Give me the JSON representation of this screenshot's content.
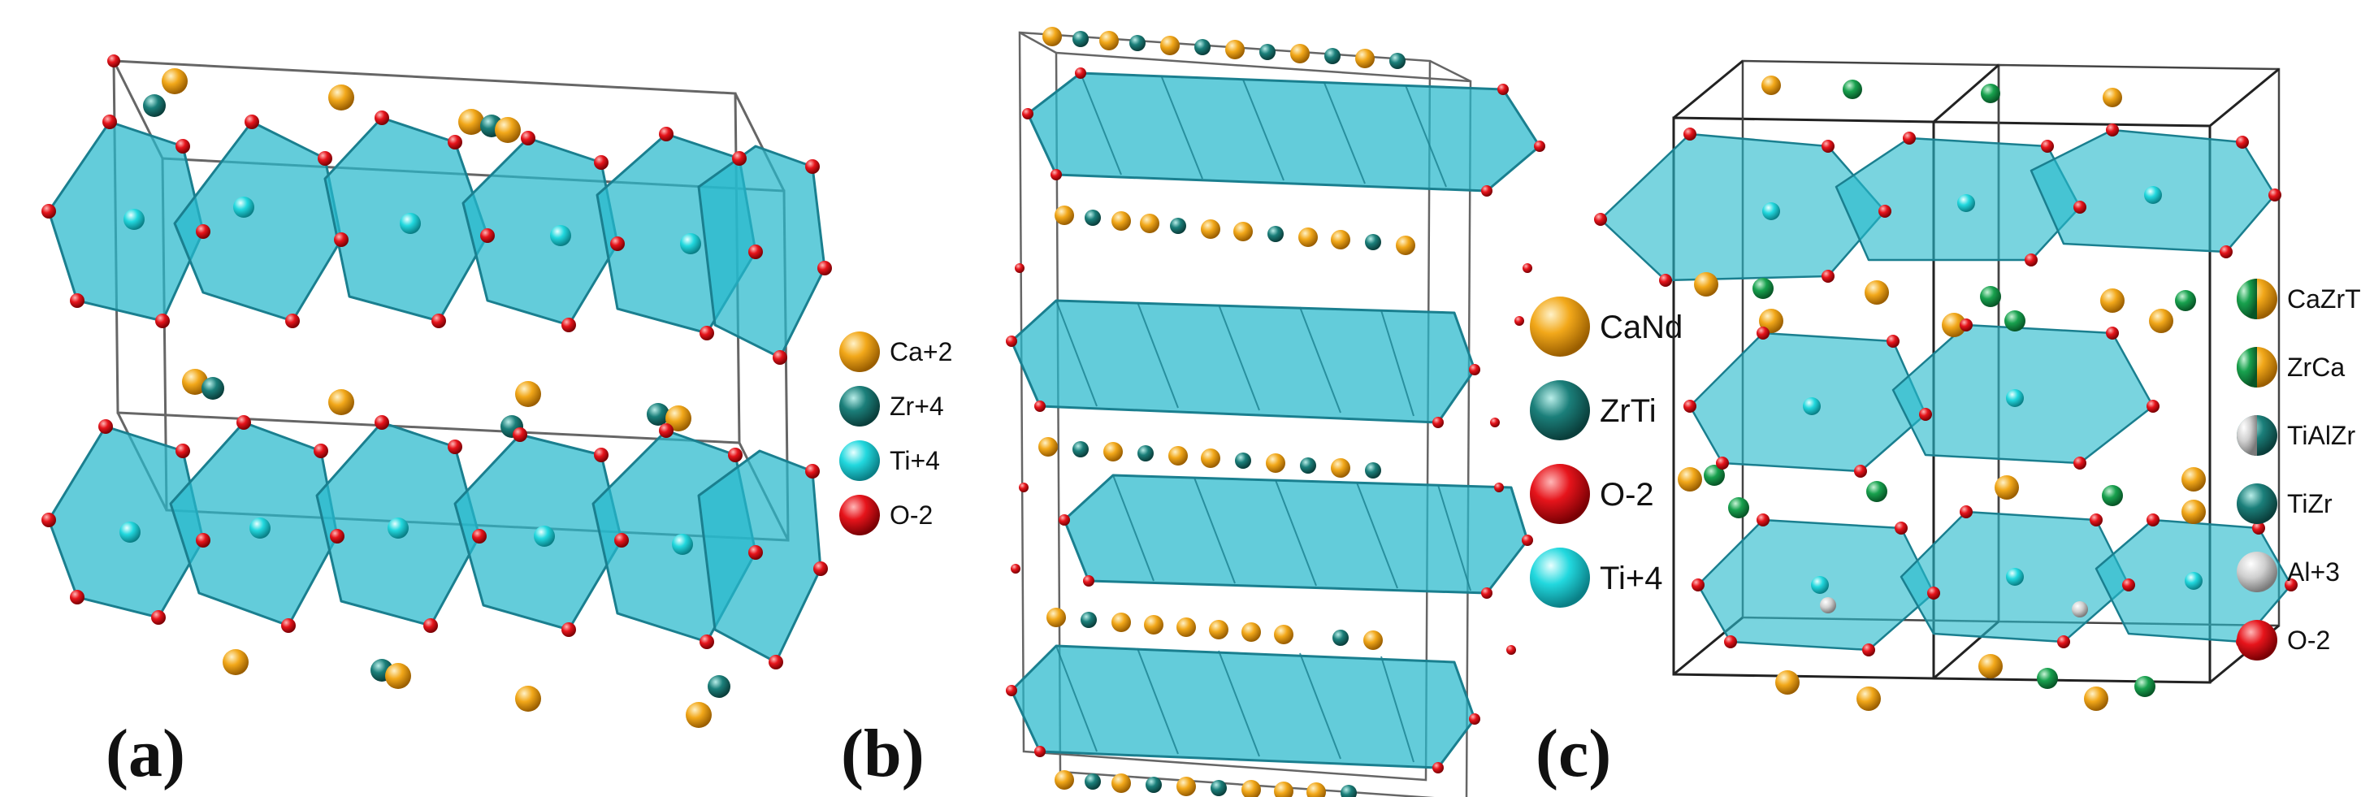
{
  "figure": {
    "panels": [
      {
        "id": "a",
        "label": "(a)",
        "legend": [
          {
            "text": "Ca+2",
            "color": "#f2a81a",
            "color2": null
          },
          {
            "text": "Zr+4",
            "color": "#1b7f7a",
            "color2": null
          },
          {
            "text": "Ti+4",
            "color": "#22d8de",
            "color2": null
          },
          {
            "text": "O-2",
            "color": "#e6141b",
            "color2": null
          }
        ]
      },
      {
        "id": "b",
        "label": "(b)",
        "legend": [
          {
            "text": "CaNd",
            "color": "#f2a81a",
            "color2": null
          },
          {
            "text": "ZrTi",
            "color": "#22b3bb",
            "color2": null
          },
          {
            "text": "O-2",
            "color": "#e6141b",
            "color2": null
          },
          {
            "text": "Ti+4",
            "color": "#22d8de",
            "color2": null
          }
        ]
      },
      {
        "id": "c",
        "label": "(c)",
        "legend": [
          {
            "text": "CaZrTh",
            "color": "#ef8a1c",
            "color2": "#18a14e"
          },
          {
            "text": "ZrCa",
            "color": "#ef7a1c",
            "color2": "#2a8b57"
          },
          {
            "text": "TiAlZr",
            "color": "#1b8a7a",
            "color2": "#cfcfcf"
          },
          {
            "text": "TiZr",
            "color": "#16806c",
            "color2": null
          },
          {
            "text": "Al+3",
            "color": "#d0d0d0",
            "color2": null
          },
          {
            "text": "O-2",
            "color": "#e6141b",
            "color2": null
          }
        ]
      }
    ],
    "colors": {
      "polyhedron": "#27b9cc",
      "cell_edge": "#555555",
      "oxygen": "#e6141b"
    }
  }
}
